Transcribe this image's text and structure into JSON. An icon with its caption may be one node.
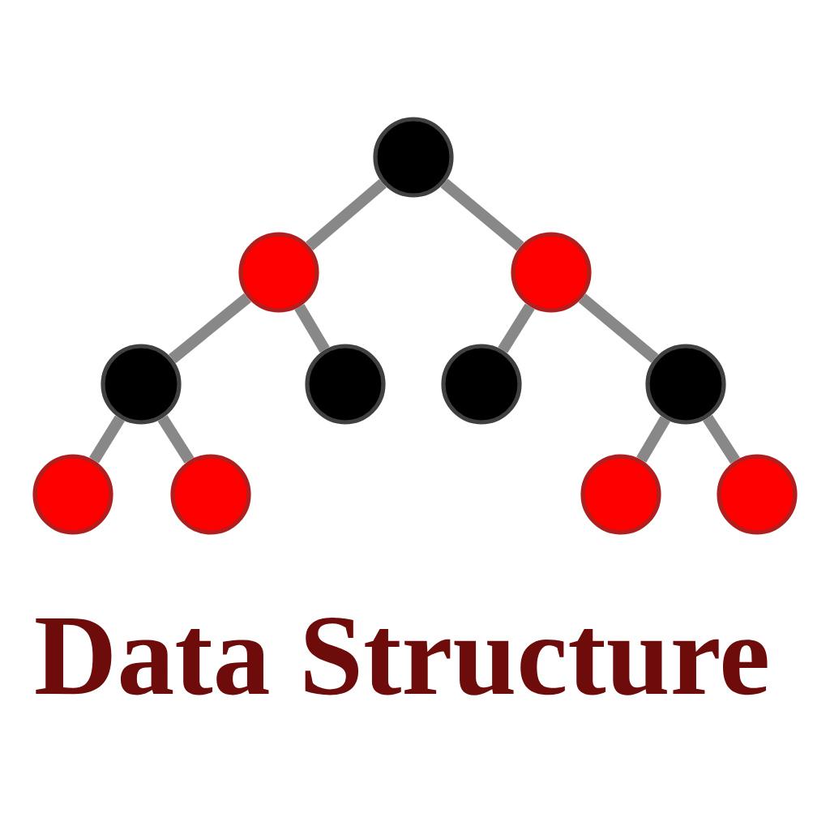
{
  "diagram": {
    "title": "Data Structure",
    "nodes": [
      {
        "text": [],
        "shape": "circle"
      },
      {
        "text": [],
        "shape": "circle"
      },
      {
        "text": [],
        "shape": "circle"
      },
      {
        "text": [],
        "shape": "circle"
      },
      {
        "text": [],
        "shape": "circle"
      },
      {
        "text": [],
        "shape": "circle"
      },
      {
        "text": [],
        "shape": "circle"
      },
      {
        "text": [],
        "shape": "circle"
      },
      {
        "text": [],
        "shape": "circle"
      },
      {
        "text": [],
        "shape": "circle"
      },
      {
        "text": [],
        "shape": "circle"
      }
    ],
    "edges": [
      {
        "from": 0,
        "to": 1,
        "arrow": "none"
      },
      {
        "from": 0,
        "to": 2,
        "arrow": "none"
      },
      {
        "from": 1,
        "to": 3,
        "arrow": "none"
      },
      {
        "from": 1,
        "to": 4,
        "arrow": "none"
      },
      {
        "from": 2,
        "to": 5,
        "arrow": "none"
      },
      {
        "from": 2,
        "to": 6,
        "arrow": "none"
      },
      {
        "from": 3,
        "to": 7,
        "arrow": "none"
      },
      {
        "from": 3,
        "to": 8,
        "arrow": "none"
      },
      {
        "from": 6,
        "to": 9,
        "arrow": "none"
      },
      {
        "from": 6,
        "to": 10,
        "arrow": "none"
      }
    ]
  }
}
